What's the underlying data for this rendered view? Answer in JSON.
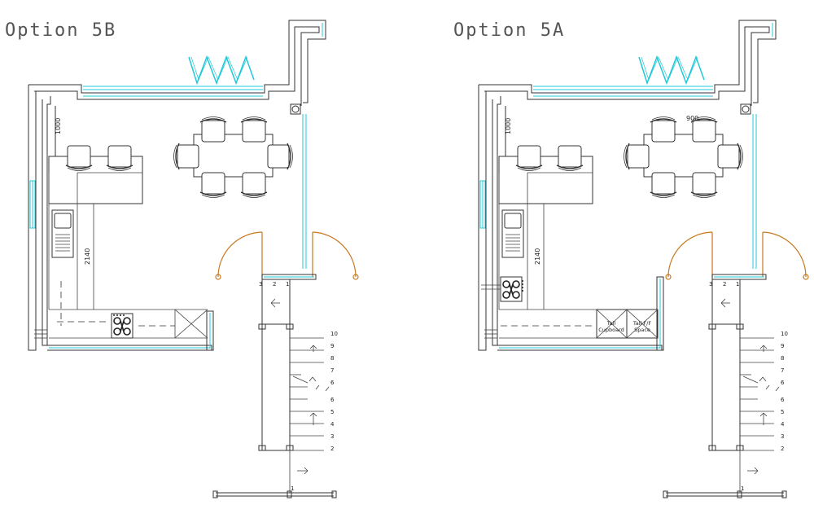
{
  "plans": [
    {
      "title": "Option 5B",
      "dims": {
        "d1000": "1000",
        "d2140": "2140"
      },
      "door_marks": [
        "3",
        "2",
        "1"
      ],
      "stairs_up": [
        "10",
        "9",
        "8",
        "7",
        "6"
      ],
      "stairs_low": [
        "6",
        "5",
        "4",
        "3",
        "2"
      ],
      "bottom_mark": "1"
    },
    {
      "title": "Option 5A",
      "dims": {
        "d1000": "1000",
        "d2140": "2140",
        "d900": "900"
      },
      "door_marks": [
        "3",
        "2",
        "1"
      ],
      "stairs_up": [
        "10",
        "9",
        "8",
        "7",
        "6"
      ],
      "stairs_low": [
        "6",
        "5",
        "4",
        "3",
        "2"
      ],
      "bottom_mark": "1",
      "cupboard_labels": [
        "Tall",
        "Cupboard",
        "Tall F/F",
        "Space"
      ]
    }
  ],
  "colors": {
    "wall": "#333333",
    "glazing": "#20c8d8",
    "door": "#c87820"
  }
}
